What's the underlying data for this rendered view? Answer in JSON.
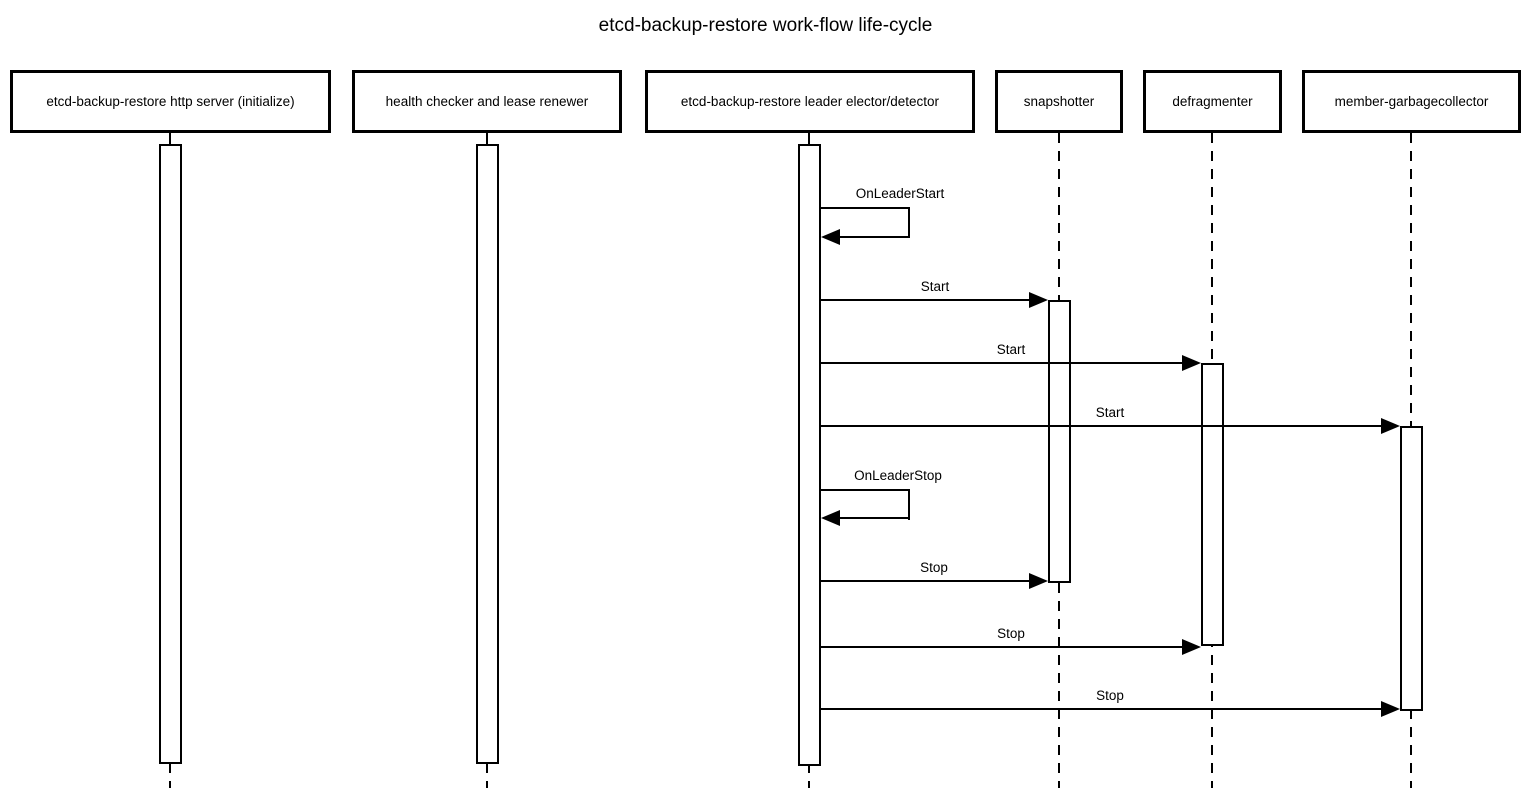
{
  "title": "etcd-backup-restore work-flow life-cycle",
  "diagram_type": "uml-sequence-diagram",
  "colors": {
    "line": "#000000",
    "fill": "#ffffff",
    "text": "#000000",
    "background": "#ffffff"
  },
  "participants": [
    {
      "label": "etcd-backup-restore http server (initialize)"
    },
    {
      "label": "health checker and lease renewer"
    },
    {
      "label": "etcd-backup-restore leader elector/detector"
    },
    {
      "label": "snapshotter"
    },
    {
      "label": "defragmenter"
    },
    {
      "label": "member-garbagecollector"
    }
  ],
  "messages": [
    {
      "label": "OnLeaderStart",
      "from": "etcd-backup-restore leader elector/detector",
      "to": "etcd-backup-restore leader elector/detector",
      "kind": "self-message"
    },
    {
      "label": "Start",
      "from": "etcd-backup-restore leader elector/detector",
      "to": "snapshotter",
      "kind": "solid-arrow"
    },
    {
      "label": "Start",
      "from": "etcd-backup-restore leader elector/detector",
      "to": "defragmenter",
      "kind": "solid-arrow"
    },
    {
      "label": "Start",
      "from": "etcd-backup-restore leader elector/detector",
      "to": "member-garbagecollector",
      "kind": "solid-arrow"
    },
    {
      "label": "OnLeaderStop",
      "from": "etcd-backup-restore leader elector/detector",
      "to": "etcd-backup-restore leader elector/detector",
      "kind": "self-message"
    },
    {
      "label": "Stop",
      "from": "etcd-backup-restore leader elector/detector",
      "to": "snapshotter",
      "kind": "solid-arrow"
    },
    {
      "label": "Stop",
      "from": "etcd-backup-restore leader elector/detector",
      "to": "defragmenter",
      "kind": "solid-arrow"
    },
    {
      "label": "Stop",
      "from": "etcd-backup-restore leader elector/detector",
      "to": "member-garbagecollector",
      "kind": "solid-arrow"
    }
  ]
}
